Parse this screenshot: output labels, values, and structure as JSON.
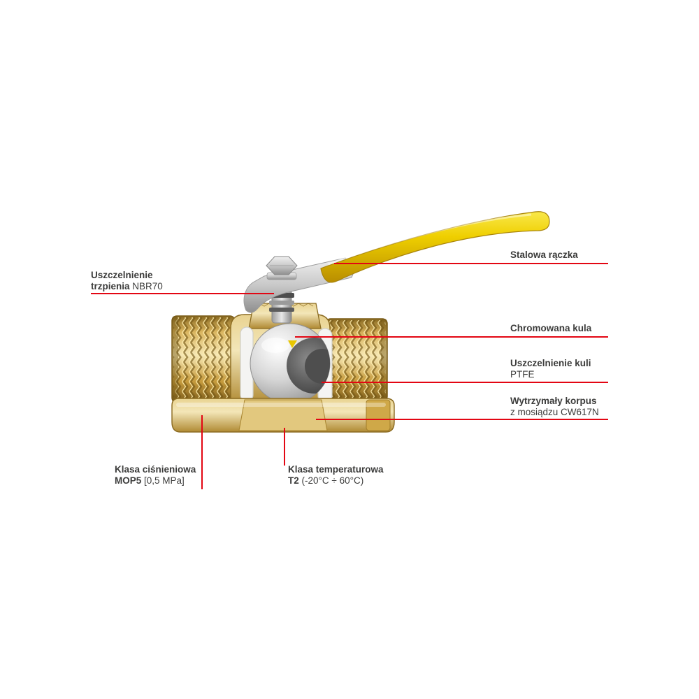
{
  "labels": {
    "stem_seal": {
      "line1_bold": "Uszczelnienie",
      "line2_bold": "trzpienia",
      "line2_value": "NBR70"
    },
    "handle": {
      "text": "Stalowa rączka"
    },
    "ball": {
      "text": "Chromowana kula"
    },
    "ball_seal": {
      "line1_bold": "Uszczelnienie kuli",
      "line2_value": "PTFE"
    },
    "body": {
      "line1_bold": "Wytrzymały korpus",
      "line2_value": "z mosiądzu CW617N"
    },
    "pressure_class": {
      "line1_bold": "Klasa ciśnieniowa",
      "line2_bold": "MOP5",
      "line2_value": "[0,5 MPa]"
    },
    "temperature_class": {
      "line1_bold": "Klasa temperaturowa",
      "line2_bold": "T2",
      "line2_value": "(-20°C ÷ 60°C)"
    }
  },
  "colors": {
    "leader_red": "#e30613",
    "handle_yellow": "#efcf00",
    "brass": "#cfa64a",
    "chrome_ball": "#c9c9c9",
    "seat_white": "#f4f4f2",
    "text": "#3c3c3b",
    "background": "#ffffff"
  }
}
